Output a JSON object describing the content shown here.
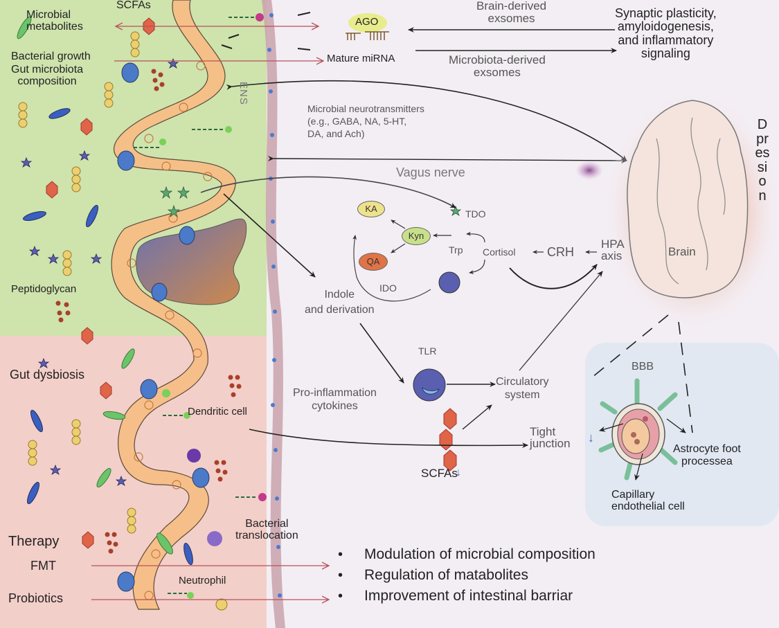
{
  "diagram": {
    "title_vertical": "Dpression",
    "colors": {
      "healthy_gut_bg": "#cfe3ad",
      "dysbiosis_gut_bg": "#f3cfc9",
      "background": "#f3eef4",
      "brain_fill": "#f4e4dd",
      "bbb_bg": "#dde6f1",
      "arrow_red": "#b8505a",
      "arrow_dark": "#222222",
      "scfa_hex": "#e06448",
      "kyn_green": "#c9e08a",
      "ka_yellow": "#efe28d",
      "qa_orange": "#e07448",
      "immune_cell_blue": "#5a5fb0",
      "ago_yellow": "#e8ec8c",
      "down_arrow_blue": "#4a6aa8"
    },
    "gut_labels": {
      "scfas": "SCFAs",
      "microbial_metabolites": "Microbial\nmetabolites",
      "bacterial_growth": "Bacterial growth",
      "gut_microbiota_composition": "Gut microbiota\ncomposition",
      "peptidoglycan": "Peptidoglycan",
      "gut_dysbiosis": "Gut dysbiosis",
      "dendritic_cell": "Dendritic cell",
      "bacterial_translocation": "Bacterial\ntranslocation",
      "neutrophil": "Neutrophil",
      "ens": "ENS"
    },
    "therapy": {
      "heading": "Therapy",
      "items": [
        "FMT",
        "Probiotics"
      ],
      "outcomes": [
        "Modulation of microbial composition",
        "Regulation of matabolites",
        "Improvement of intestinal barriar"
      ]
    },
    "mirna": {
      "ago": "AGO",
      "mature_mirna": "Mature miRNA",
      "brain_derived": "Brain-derived\nexsomes",
      "microbiota_derived": "Microbiota-derived\nexsomes",
      "effects": "Synaptic plasticity,\namyloidogenesis,\nand inflammatory\nsignaling"
    },
    "neuro": {
      "neurotransmitters": "Microbial neurotransmitters\n(e.g., GABA, NA, 5-HT,\n  DA, and Ach)",
      "vagus_nerve": "Vagus nerve"
    },
    "tryptophan": {
      "ka": "KA",
      "kyn": "Kyn",
      "qa": "QA",
      "trp": "Trp",
      "tdo": "TDO",
      "ido": "IDO",
      "cortisol": "Cortisol",
      "crh": "CRH",
      "hpa_axis": "HPA\naxis",
      "indole": "Indole\nand derivation"
    },
    "inflammation": {
      "tlr": "TLR",
      "pro_inflammation": "Pro-inflammation\ncytokines",
      "circulatory": "Circulatory\nsystem",
      "scfas_down": "SCFAs",
      "tight_junction": "Tight\njunction",
      "down_arrow": "↓"
    },
    "brain": {
      "label": "Brain"
    },
    "bbb": {
      "label": "BBB",
      "astrocyte": "Astrocyte foot\nprocessea",
      "capillary": "Capillary\nendothelial cell"
    }
  }
}
